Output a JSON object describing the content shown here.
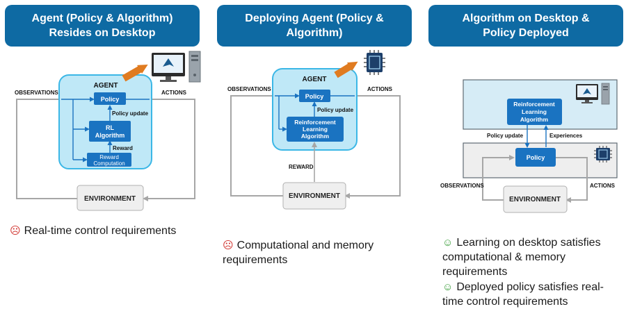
{
  "panels": [
    {
      "title": "Agent (Policy & Algorithm)\nResides on Desktop",
      "agent_label": "AGENT",
      "policy_label": "Policy",
      "policy_update_label": "Policy update",
      "algo_line1": "RL",
      "algo_line2": "Algorithm",
      "reward_label": "Reward",
      "reward_comp_line1": "Reward",
      "reward_comp_line2": "Computation",
      "observations_label": "OBSERVATIONS",
      "actions_label": "ACTIONS",
      "environment_label": "ENVIRONMENT",
      "bullets": [
        {
          "face": "☹",
          "text": "Real-time control requirements"
        }
      ]
    },
    {
      "title": "Deploying Agent (Policy &\nAlgorithm)",
      "agent_label": "AGENT",
      "policy_label": "Policy",
      "policy_update_label": "Policy update",
      "algo_line1": "Reinforcement",
      "algo_line2": "Learning",
      "algo_line3": "Algorithm",
      "reward_label": "REWARD",
      "observations_label": "OBSERVATIONS",
      "actions_label": "ACTIONS",
      "environment_label": "ENVIRONMENT",
      "bullets": [
        {
          "face": "☹",
          "text": "Computational and memory\nrequirements"
        }
      ]
    },
    {
      "title": "Algorithm on Desktop &\nPolicy Deployed",
      "algo_line1": "Reinforcement",
      "algo_line2": "Learning",
      "algo_line3": "Algorithm",
      "policy_update_label": "Policy update",
      "experiences_label": "Experiences",
      "policy_label": "Policy",
      "observations_label": "OBSERVATIONS",
      "actions_label": "ACTIONS",
      "environment_label": "ENVIRONMENT",
      "bullets": [
        {
          "face": "☺",
          "text": "Learning on desktop satisfies\ncomputational & memory\nrequirements"
        },
        {
          "face": "☺",
          "text": "Deployed policy satisfies real-\ntime control requirements"
        }
      ]
    }
  ],
  "colors": {
    "header": "#0e6aa3",
    "agent_fill": "#bfe8f7",
    "agent_border": "#3bb7e6",
    "block": "#1a73c1",
    "arrow_orange": "#e07b20",
    "gray": "#a6a6a6",
    "env_fill": "#efefef",
    "sad": "#d0302b",
    "happy": "#3a9e3a"
  },
  "icons": [
    "desktop-computer-icon",
    "processor-chip-icon"
  ]
}
